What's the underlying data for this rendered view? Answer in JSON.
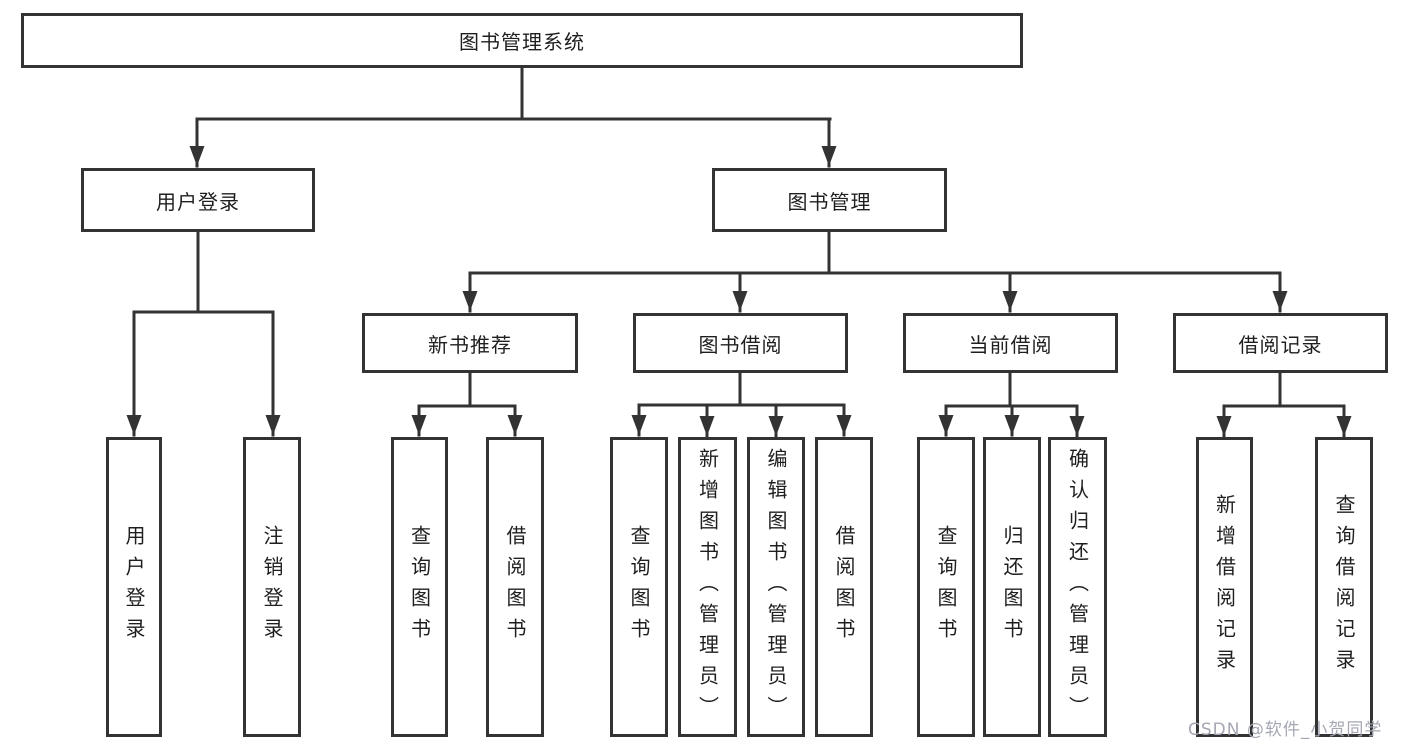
{
  "nodes": {
    "root": "图书管理系统",
    "user_login": "用户登录",
    "book_management": "图书管理",
    "new_book_recommend": "新书推荐",
    "book_borrow": "图书借阅",
    "current_borrow": "当前借阅",
    "borrow_records": "借阅记录",
    "ul_user_login": "用户登录",
    "ul_logout": "注销登录",
    "nbr_query_book": "查询图书",
    "nbr_borrow_book": "借阅图书",
    "bb_query_book": "查询图书",
    "bb_add_book": "新增图书（管理员）",
    "bb_edit_book": "编辑图书（管理员）",
    "bb_borrow_book": "借阅图书",
    "cb_query_book": "查询图书",
    "cb_return_book": "归还图书",
    "cb_confirm_return": "确认归还（管理员）",
    "br_add_record": "新增借阅记录",
    "br_query_record": "查询借阅记录"
  },
  "watermark": "CSDN @软件_小贺同学",
  "colors": {
    "line": "#333333",
    "box_border": "#333333",
    "box_background": "#ffffff",
    "text": "#1f1f1f",
    "watermark": "#a5a7b4",
    "page_background": "#ffffff"
  }
}
